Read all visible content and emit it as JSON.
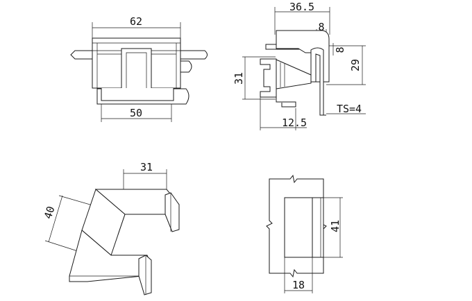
{
  "drawing": {
    "front_view": {
      "width_top": "62",
      "width_bottom": "50"
    },
    "side_view": {
      "depth_top": "36.5",
      "lip_width": "8",
      "lip_height": "8",
      "height_right": "29",
      "height_left": "31",
      "base_width": "12.5",
      "thickness_label": "TS=4"
    },
    "iso_view": {
      "length": "31",
      "height": "40"
    },
    "top_view": {
      "height": "41",
      "width": "18"
    }
  }
}
